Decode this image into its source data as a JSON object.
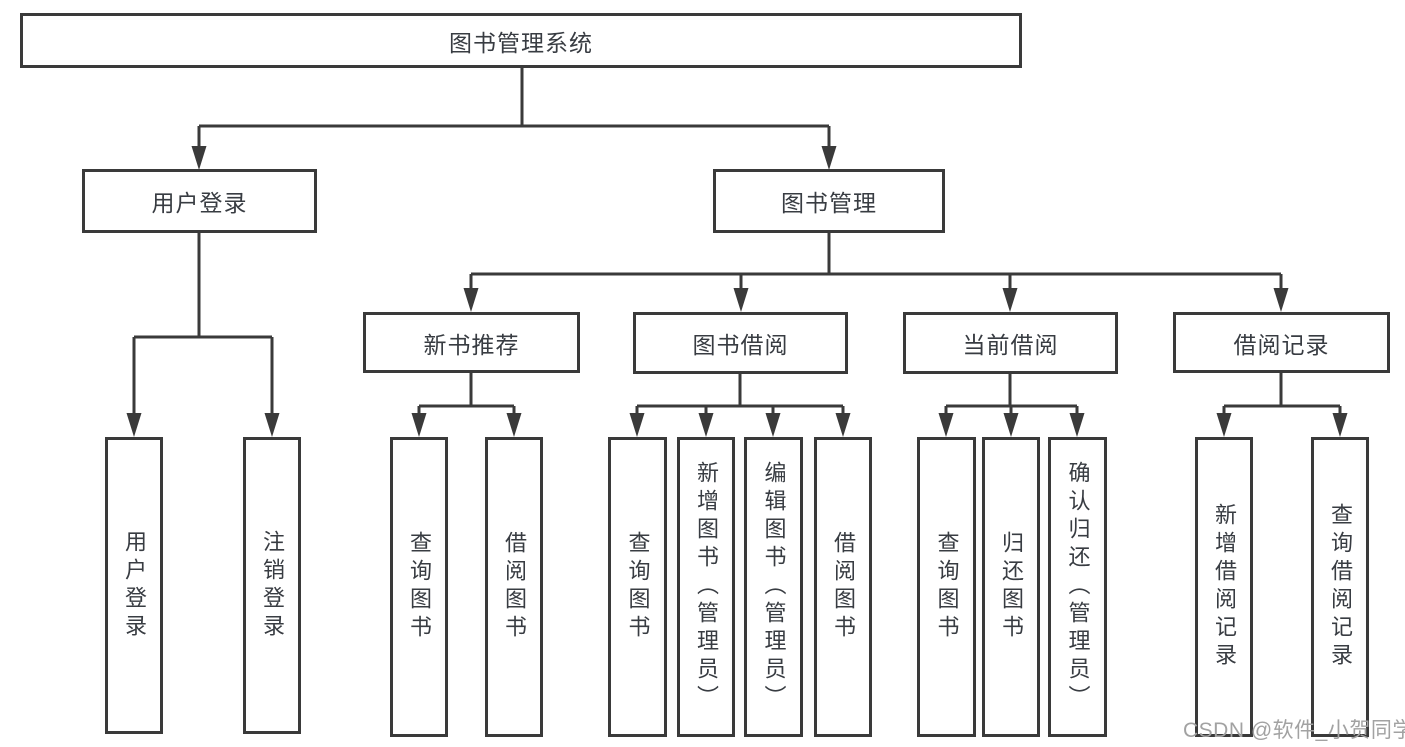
{
  "nodes": {
    "root": {
      "label": "图书管理系统"
    },
    "level2": [
      {
        "label": "用户登录"
      },
      {
        "label": "图书管理"
      }
    ],
    "level3": [
      {
        "label": "新书推荐"
      },
      {
        "label": "图书借阅"
      },
      {
        "label": "当前借阅"
      },
      {
        "label": "借阅记录"
      }
    ],
    "user_login_children": [
      {
        "label": "用户登录"
      },
      {
        "label": "注销登录"
      }
    ],
    "new_book_children": [
      {
        "label": "查询图书"
      },
      {
        "label": "借阅图书"
      }
    ],
    "book_borrow_children": [
      {
        "label": "查询图书"
      },
      {
        "label": "新增图书（管理员）"
      },
      {
        "label": "编辑图书（管理员）"
      },
      {
        "label": "借阅图书"
      }
    ],
    "current_borrow_children": [
      {
        "label": "查询图书"
      },
      {
        "label": "归还图书"
      },
      {
        "label": "确认归还（管理员）"
      }
    ],
    "borrow_record_children": [
      {
        "label": "新增借阅记录"
      },
      {
        "label": "查询借阅记录"
      }
    ]
  },
  "watermark": {
    "text": "CSDN @软件_小贺同学"
  },
  "colors": {
    "line": "#3a3a3a",
    "text": "#383c42",
    "watermark": "#a2a2a2",
    "background": "#ffffff"
  }
}
